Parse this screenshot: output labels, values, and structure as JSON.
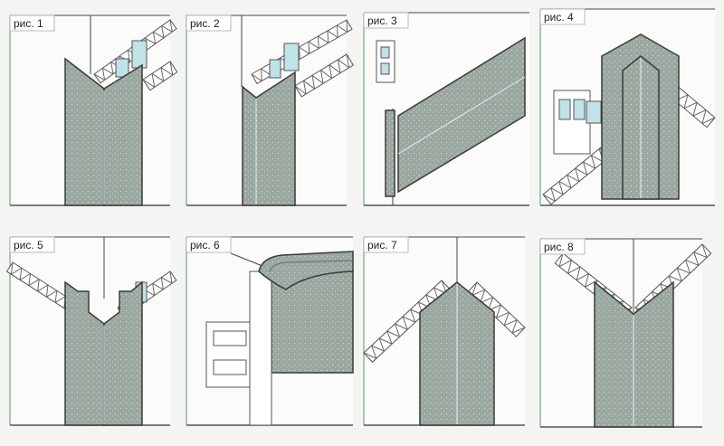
{
  "figures": [
    {
      "label": "рис. 1"
    },
    {
      "label": "рис. 2"
    },
    {
      "label": "рис. 3"
    },
    {
      "label": "рис. 4"
    },
    {
      "label": "рис. 5"
    },
    {
      "label": "рис. 6"
    },
    {
      "label": "рис. 7"
    },
    {
      "label": "рис. 8"
    }
  ],
  "colors": {
    "profile": "#9aa79f",
    "clip": "#bfe3e6",
    "frame_left": "#8fb79a"
  }
}
